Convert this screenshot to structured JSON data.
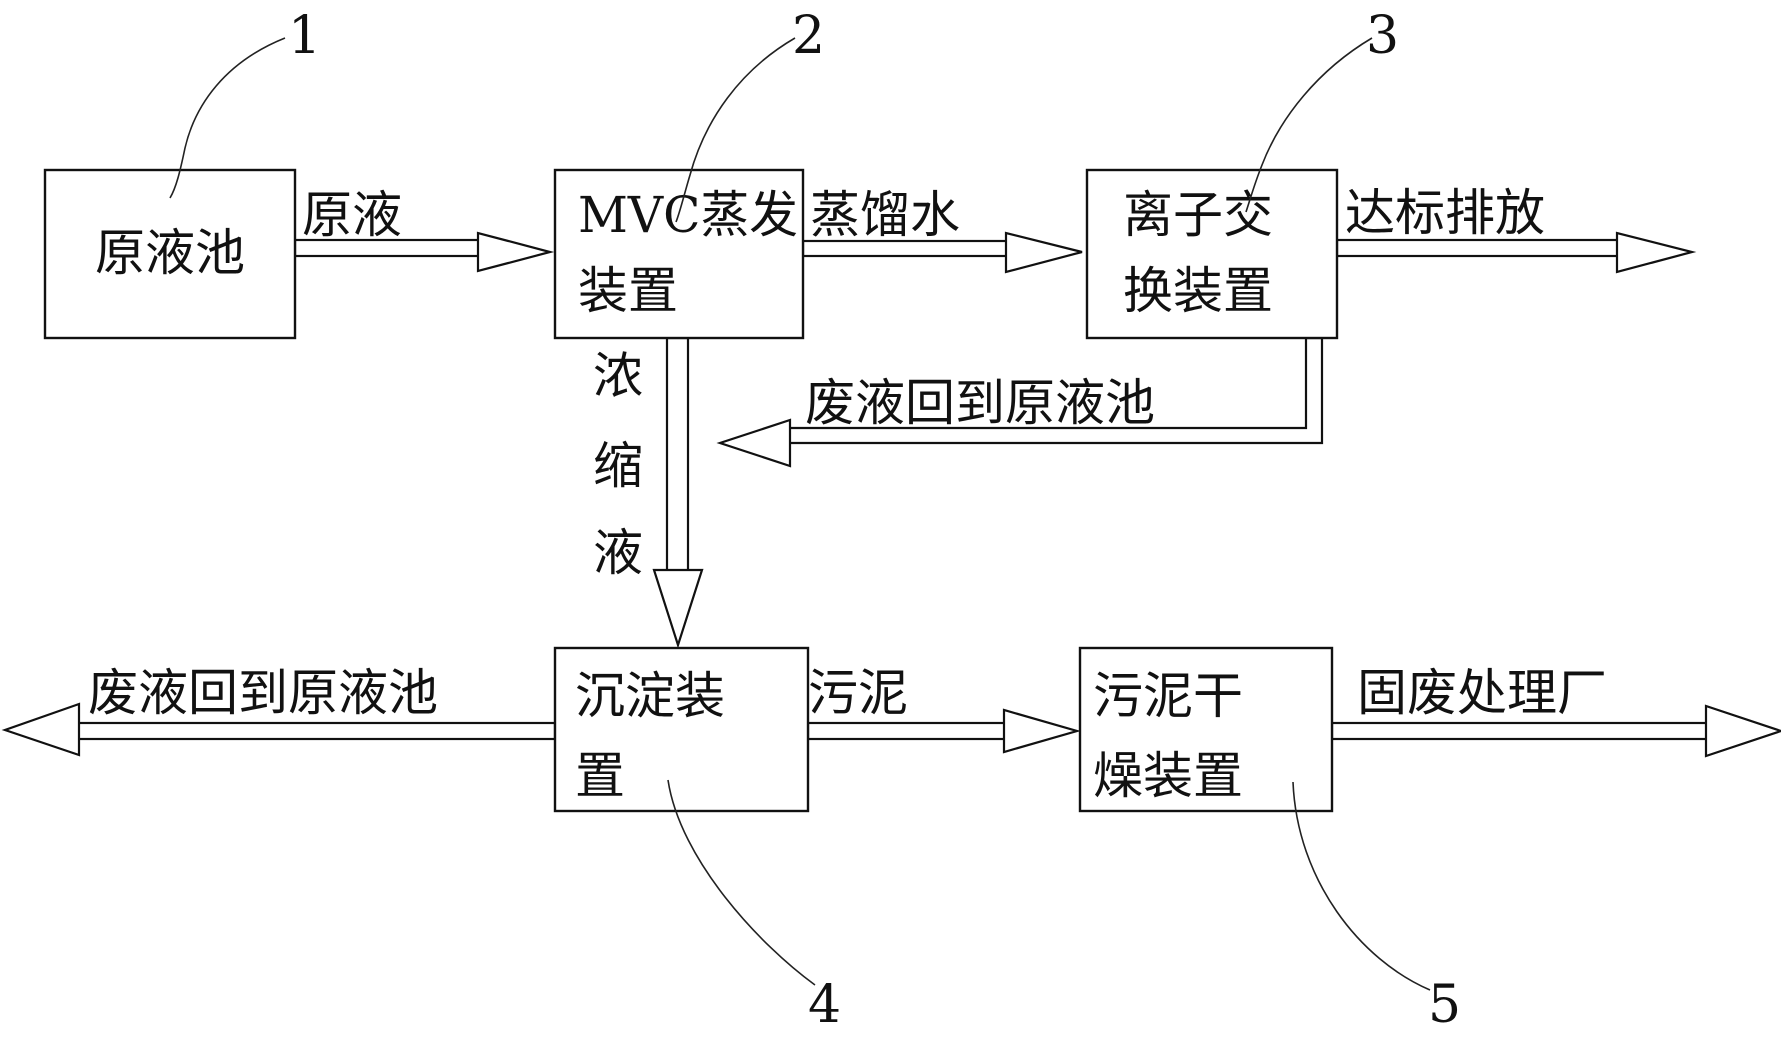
{
  "boxes": {
    "box1": {
      "lines": [
        "原液池"
      ]
    },
    "box2": {
      "lines": [
        "MVC蒸发",
        "装置"
      ]
    },
    "box3": {
      "lines": [
        "离子交",
        "换装置"
      ]
    },
    "box4": {
      "lines": [
        "沉淀装",
        "置"
      ]
    },
    "box5": {
      "lines": [
        "污泥干",
        "燥装置"
      ]
    }
  },
  "flows": {
    "f12": "原液",
    "f23": "蒸馏水",
    "f3out": "达标排放",
    "f3return": "废液回到原液池",
    "f24": [
      "浓",
      "缩",
      "液"
    ],
    "f4return": "废液回到原液池",
    "f45": "污泥",
    "f5out": "固废处理厂"
  },
  "numbers": [
    "1",
    "2",
    "3",
    "4",
    "5"
  ]
}
